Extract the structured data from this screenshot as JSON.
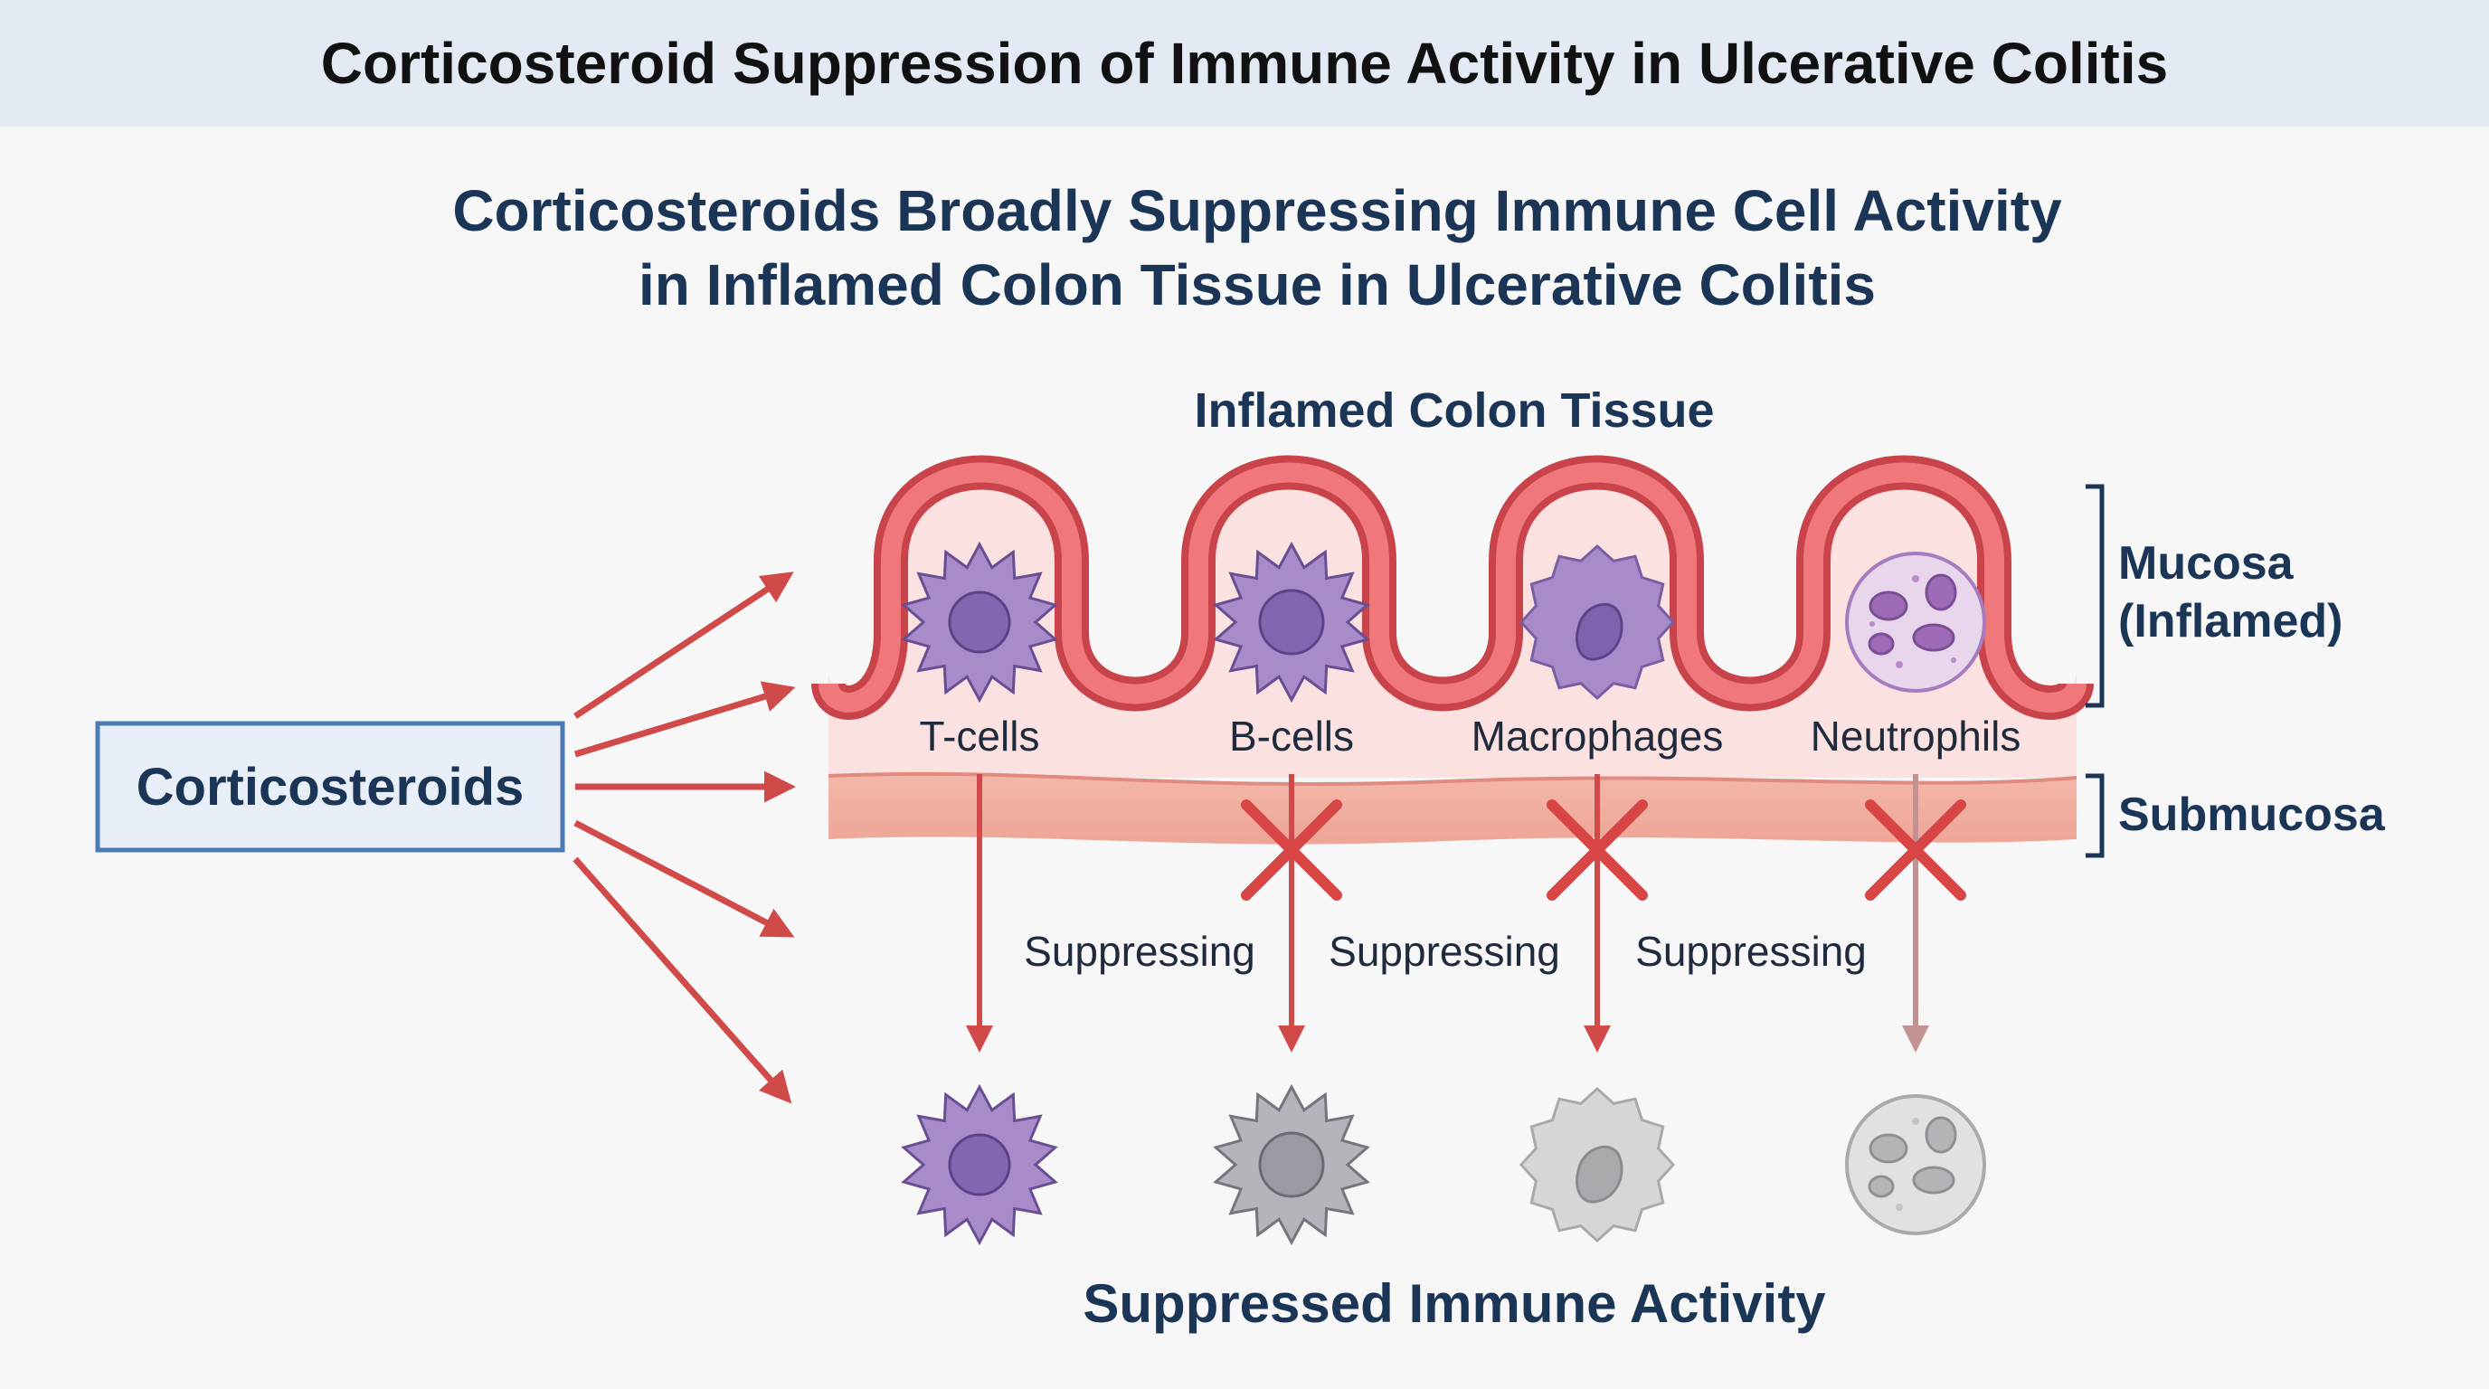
{
  "header": {
    "title": "Corticosteroid Suppression of Immune Activity in Ulcerative Colitis"
  },
  "subtitle": {
    "line1": "Corticosteroids Broadly Suppressing Immune Cell Activity",
    "line2": "in Inflamed Colon Tissue in Ulcerative Colitis"
  },
  "diagram": {
    "drug_label": "Corticosteroids",
    "tissue_label": "Inflamed Colon Tissue",
    "mucosa_label_line1": "Mucosa",
    "mucosa_label_line2": "(Inflamed)",
    "submucosa_label": "Submucosa",
    "cells": [
      "T-cells",
      "B-cells",
      "Macrophages",
      "Neutrophils"
    ],
    "suppress_labels": [
      "Suppressing",
      "Suppressing",
      "Suppressing"
    ],
    "bottom_label": "Suppressed Immune Activity"
  },
  "colors": {
    "accent_red": "#d04a4a",
    "cell_purple": "#9c83c2",
    "navy_text": "#1b3556",
    "drug_box_border": "#4a7bb7",
    "drug_box_fill": "#e8eff8"
  }
}
